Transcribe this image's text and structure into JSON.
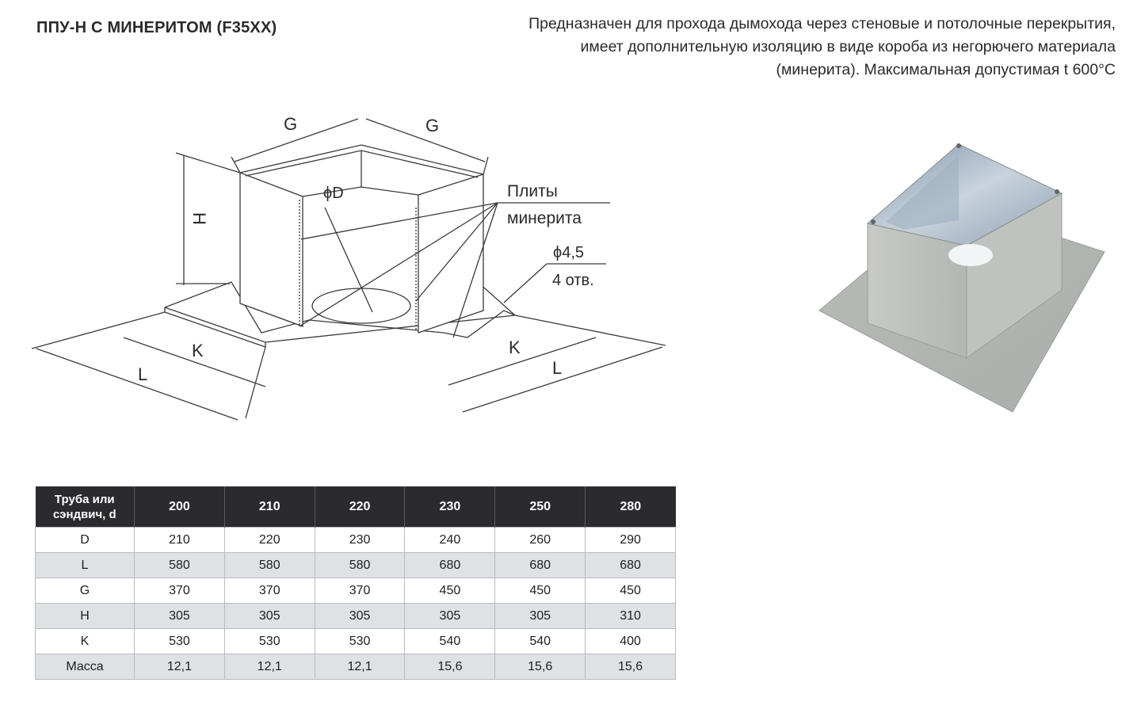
{
  "header": {
    "title": "ППУ-Н С МИНЕРИТОМ (F35XX)",
    "description_lines": [
      "Предназначен для прохода дымохода через стеновые и потолочные перекрытия,",
      "имеет дополнительную изоляцию в виде короба из негорючего материала",
      "(минерита). Максимальная допустимая t 600°С"
    ]
  },
  "drawing": {
    "labels": {
      "g_left": "G",
      "g_right": "G",
      "h": "H",
      "d": "ϕD",
      "plates_line1": "Плиты",
      "plates_line2": "минерита",
      "hole_size": "ϕ4,5",
      "hole_count": "4 отв.",
      "k_left": "K",
      "l_left": "L",
      "k_right": "K",
      "l_right": "L"
    }
  },
  "table": {
    "header_label": [
      "Труба или",
      "сэндвич, d"
    ],
    "columns": [
      "200",
      "210",
      "220",
      "230",
      "250",
      "280"
    ],
    "rows": [
      {
        "label": "D",
        "values": [
          "210",
          "220",
          "230",
          "240",
          "260",
          "290"
        ]
      },
      {
        "label": "L",
        "values": [
          "580",
          "580",
          "580",
          "680",
          "680",
          "680"
        ]
      },
      {
        "label": "G",
        "values": [
          "370",
          "370",
          "370",
          "450",
          "450",
          "450"
        ]
      },
      {
        "label": "H",
        "values": [
          "305",
          "305",
          "305",
          "305",
          "305",
          "310"
        ]
      },
      {
        "label": "K",
        "values": [
          "530",
          "530",
          "530",
          "540",
          "540",
          "400"
        ]
      },
      {
        "label": "Масса",
        "values": [
          "12,1",
          "12,1",
          "12,1",
          "15,6",
          "15,6",
          "15,6"
        ]
      }
    ]
  },
  "colors": {
    "header_bg": "#2b2b2f",
    "row_alt": "#dfe1e4",
    "line": "#3a3a3a",
    "metal": "#b9bdb8"
  }
}
